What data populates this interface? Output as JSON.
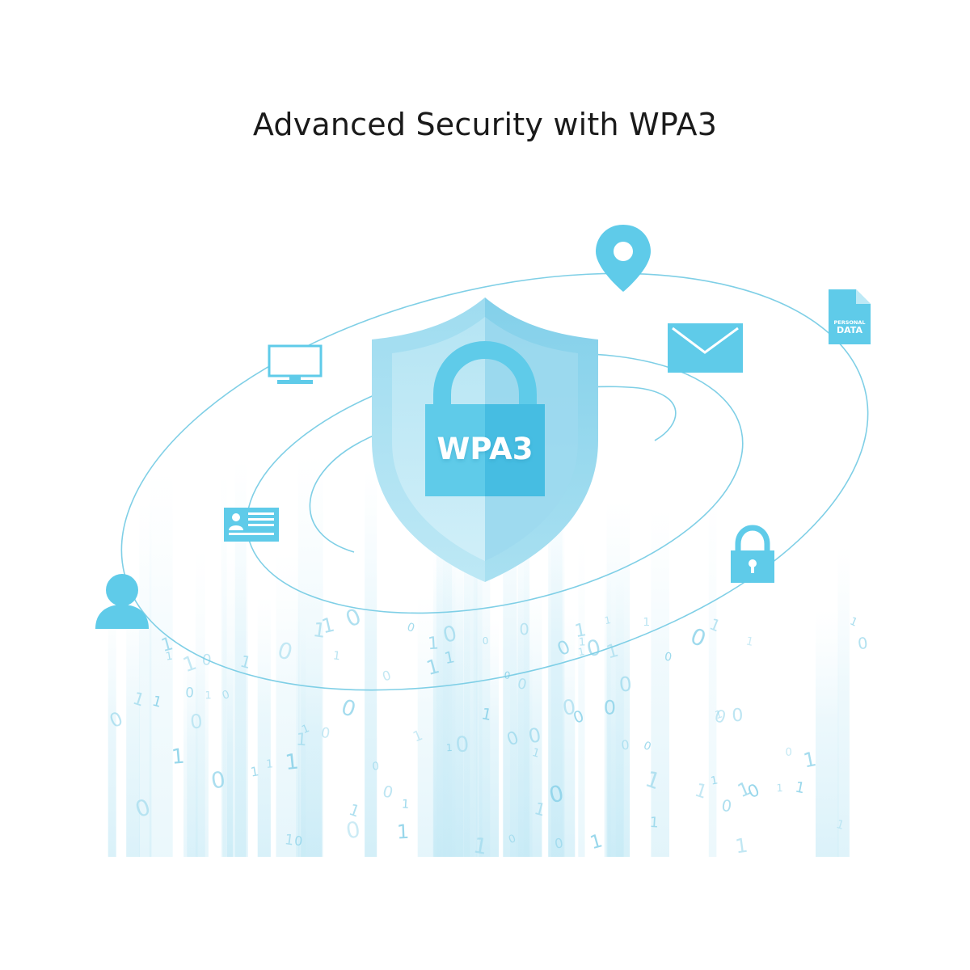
{
  "headline": "Advanced Security with WPA3",
  "shield": {
    "lock_label": "WPA3"
  },
  "personal_data_doc": {
    "line1": "PERSONAL",
    "line2": "DATA"
  },
  "colors": {
    "accent": "#4cc3e6",
    "accent_dark": "#36b1d9",
    "orbit": "#7fcfe6",
    "shield_light": "#aee3f3",
    "shield_dark": "#7fd0ea",
    "text": "#1a1a1a"
  },
  "icons": [
    "location-pin-icon",
    "monitor-icon",
    "envelope-icon",
    "personal-data-document-icon",
    "id-card-icon",
    "padlock-icon",
    "user-icon",
    "shield-icon"
  ]
}
